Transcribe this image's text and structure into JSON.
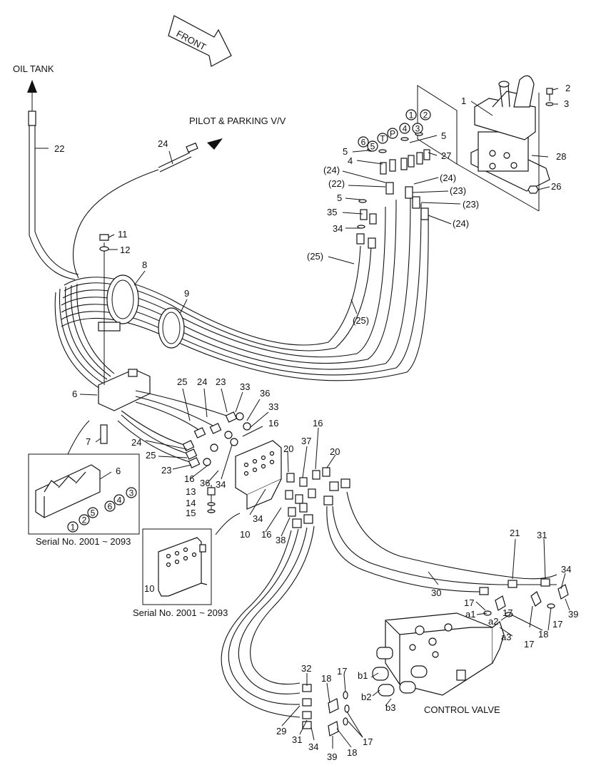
{
  "directions": {
    "front": "FRONT",
    "oil_tank": "OIL TANK",
    "pilot_parking": "PILOT & PARKING V/V",
    "control_valve": "CONTROL VALVE"
  },
  "insets": {
    "clamp_serial": "Serial No. 2001 ~ 2093",
    "bracket_serial": "Serial No. 2001 ~ 2093"
  },
  "callouts": [
    {
      "text": "1"
    },
    {
      "text": "2"
    },
    {
      "text": "3"
    },
    {
      "text": "5"
    },
    {
      "text": "27"
    },
    {
      "text": "5"
    },
    {
      "text": "4"
    },
    {
      "text": "(24)"
    },
    {
      "text": "(24)"
    },
    {
      "text": "(22)"
    },
    {
      "text": "(23)"
    },
    {
      "text": "(23)"
    },
    {
      "text": "5"
    },
    {
      "text": "35"
    },
    {
      "text": "34"
    },
    {
      "text": "(24)"
    },
    {
      "text": "(25)"
    },
    {
      "text": "(25)"
    },
    {
      "text": "28"
    },
    {
      "text": "26"
    },
    {
      "text": "22"
    },
    {
      "text": "24"
    },
    {
      "text": "11"
    },
    {
      "text": "12"
    },
    {
      "text": "8"
    },
    {
      "text": "9"
    },
    {
      "text": "6"
    },
    {
      "text": "7"
    },
    {
      "text": "25"
    },
    {
      "text": "24"
    },
    {
      "text": "23"
    },
    {
      "text": "33"
    },
    {
      "text": "36"
    },
    {
      "text": "33"
    },
    {
      "text": "16"
    },
    {
      "text": "24"
    },
    {
      "text": "25"
    },
    {
      "text": "23"
    },
    {
      "text": "16"
    },
    {
      "text": "36"
    },
    {
      "text": "34"
    },
    {
      "text": "13"
    },
    {
      "text": "14"
    },
    {
      "text": "15"
    },
    {
      "text": "34"
    },
    {
      "text": "10"
    },
    {
      "text": "16"
    },
    {
      "text": "38"
    },
    {
      "text": "20"
    },
    {
      "text": "37"
    },
    {
      "text": "16"
    },
    {
      "text": "20"
    },
    {
      "text": "21"
    },
    {
      "text": "31"
    },
    {
      "text": "34"
    },
    {
      "text": "30"
    },
    {
      "text": "17"
    },
    {
      "text": "a1"
    },
    {
      "text": "17"
    },
    {
      "text": "a2"
    },
    {
      "text": "18"
    },
    {
      "text": "17"
    },
    {
      "text": "a3"
    },
    {
      "text": "17"
    },
    {
      "text": "39"
    },
    {
      "text": "32"
    },
    {
      "text": "18"
    },
    {
      "text": "17"
    },
    {
      "text": "b1"
    },
    {
      "text": "b2"
    },
    {
      "text": "b3"
    },
    {
      "text": "29"
    },
    {
      "text": "31"
    },
    {
      "text": "34"
    },
    {
      "text": "39"
    },
    {
      "text": "18"
    },
    {
      "text": "17"
    },
    {
      "text": "6"
    },
    {
      "text": "10"
    }
  ],
  "circled_ports": [
    {
      "text": "6"
    },
    {
      "text": "5"
    },
    {
      "text": "T"
    },
    {
      "text": "P"
    },
    {
      "text": "4"
    },
    {
      "text": "3"
    },
    {
      "text": "1"
    },
    {
      "text": "2"
    }
  ],
  "inset_circles": [
    {
      "text": "1"
    },
    {
      "text": "2"
    },
    {
      "text": "3"
    },
    {
      "text": "4"
    },
    {
      "text": "5"
    },
    {
      "text": "6"
    }
  ]
}
